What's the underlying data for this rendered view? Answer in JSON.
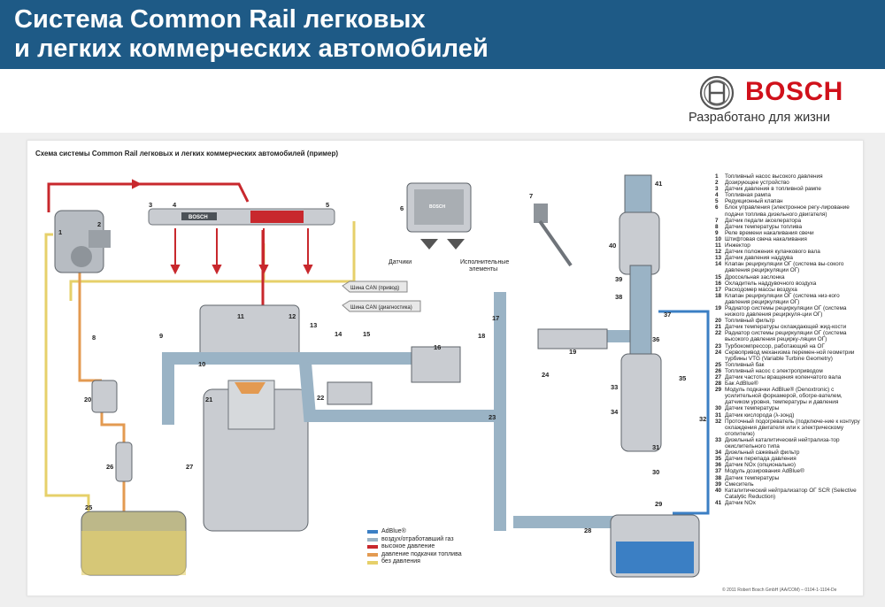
{
  "header": {
    "title_line1": "Система Common Rail легковых",
    "title_line2": "и легких коммерческих автомобилей"
  },
  "brand": {
    "logo_text": "BOSCH",
    "tagline": "Разработано для жизни",
    "accent": "#d0111b",
    "header_color": "#1e5a86"
  },
  "diagram": {
    "title": "Схема системы Common Rail легковых и легких коммерческих автомобилей (пример)",
    "rail_label": "BOSCH",
    "ecu_label": "BOSCH",
    "sensors_label": "Датчики",
    "actuators_label_1": "Исполнительные",
    "actuators_label_2": "элементы",
    "can_drive": "Шина CAN (привод)",
    "can_diag": "Шина CAN (диагностика)",
    "callouts": [
      "1",
      "2",
      "3",
      "4",
      "5",
      "6",
      "7",
      "8",
      "9",
      "10",
      "11",
      "12",
      "13",
      "14",
      "15",
      "16",
      "17",
      "18",
      "19",
      "20",
      "21",
      "22",
      "23",
      "24",
      "25",
      "26",
      "27",
      "28",
      "29",
      "30",
      "31",
      "32",
      "33",
      "34",
      "35",
      "36",
      "37",
      "38",
      "39",
      "40",
      "41"
    ]
  },
  "key": {
    "items": [
      {
        "label": "AdBlue®",
        "color": "#3b7fc4"
      },
      {
        "label": "воздух/отработавший газ",
        "color": "#9ab3c5"
      },
      {
        "label": "высокое давление",
        "color": "#c8282d"
      },
      {
        "label": "давление подкачки топлива",
        "color": "#e39a51"
      },
      {
        "label": "без давления",
        "color": "#e6d06a"
      }
    ]
  },
  "legend": [
    {
      "n": "1",
      "t": "Топливный насос высокого давления"
    },
    {
      "n": "2",
      "t": "Дозирующее устройство"
    },
    {
      "n": "3",
      "t": "Датчик давления в топливной рампе"
    },
    {
      "n": "4",
      "t": "Топливная рампа"
    },
    {
      "n": "5",
      "t": "Редукционный клапан"
    },
    {
      "n": "6",
      "t": "Блок управления (электронное регу-лирование подачи топлива дизельного двигателя)"
    },
    {
      "n": "7",
      "t": "Датчик педали акселератора"
    },
    {
      "n": "8",
      "t": "Датчик температуры топлива"
    },
    {
      "n": "9",
      "t": "Реле времени накаливания свечи"
    },
    {
      "n": "10",
      "t": "Штифтовая свеча накаливания"
    },
    {
      "n": "11",
      "t": "Инжектор"
    },
    {
      "n": "12",
      "t": "Датчик положения кулачкового вала"
    },
    {
      "n": "13",
      "t": "Датчик давления наддува"
    },
    {
      "n": "14",
      "t": "Клапан рециркуляции ОГ (система вы-сокого давления рециркуляции ОГ)"
    },
    {
      "n": "15",
      "t": "Дроссельная заслонка"
    },
    {
      "n": "16",
      "t": "Охладитель наддувочного воздуха"
    },
    {
      "n": "17",
      "t": "Расходомер массы воздуха"
    },
    {
      "n": "18",
      "t": "Клапан рециркуляции ОГ (система низ-кого давления рециркуляции ОГ)"
    },
    {
      "n": "19",
      "t": "Радиатор системы рециркуляции ОГ (система низкого давления рециркуля-ции ОГ)"
    },
    {
      "n": "20",
      "t": "Топливный фильтр"
    },
    {
      "n": "21",
      "t": "Датчик температуры охлаждающей жид-кости"
    },
    {
      "n": "22",
      "t": "Радиатор системы рециркуляции ОГ (система высокого давления рецирку-ляции ОГ)"
    },
    {
      "n": "23",
      "t": "Турбокомпрессор, работающий на ОГ"
    },
    {
      "n": "24",
      "t": "Сервопривод механизма перемен-ной геометрии турбины VTG (Variable Turbine Geometry)"
    },
    {
      "n": "25",
      "t": "Топливный бак"
    },
    {
      "n": "26",
      "t": "Топливный насос с электроприводом"
    },
    {
      "n": "27",
      "t": "Датчик частоты вращения коленчатого вала"
    },
    {
      "n": "28",
      "t": "Бак AdBlue®"
    },
    {
      "n": "29",
      "t": "Модуль подкачки AdBlue® (Denoxtronic) с усилительной форкамерой, обогре-вателем, датчиком уровня, температуры и давления"
    },
    {
      "n": "30",
      "t": "Датчик температуры"
    },
    {
      "n": "31",
      "t": "Датчик кислорода (λ-зонд)"
    },
    {
      "n": "32",
      "t": "Проточный подогреватель (подключе-ние к контуру охлаждения двигателя или к электрическому отопителю)"
    },
    {
      "n": "33",
      "t": "Дизельный каталитический нейтрализа-тор окислительного типа"
    },
    {
      "n": "34",
      "t": "Дизельный сажевый фильтр"
    },
    {
      "n": "35",
      "t": "Датчик перепада давления"
    },
    {
      "n": "36",
      "t": "Датчик NOx (опционально)"
    },
    {
      "n": "37",
      "t": "Модуль дозирования AdBlue®"
    },
    {
      "n": "38",
      "t": "Датчик температуры"
    },
    {
      "n": "39",
      "t": "Смеситель"
    },
    {
      "n": "40",
      "t": "Каталитический нейтрализатор ОГ SCR (Selective Catalytic Reduction)"
    },
    {
      "n": "41",
      "t": "Датчик NOx"
    }
  ],
  "copyright": "© 2011 Robert Bosch GmbH (AA/COM) – 0104-1-1104-De"
}
